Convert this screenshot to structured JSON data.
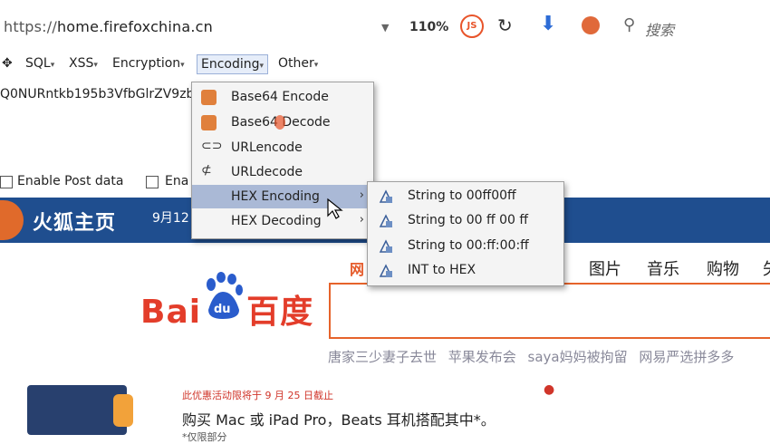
{
  "urlbar": {
    "scheme": "https://",
    "host": "home.firefoxchina.cn",
    "zoom": "110%",
    "js_label": "JS",
    "search_placeholder": "搜索"
  },
  "toolbar": {
    "sql": "SQL",
    "xss": "XSS",
    "encryption": "Encryption",
    "encoding": "Encoding",
    "other": "Other"
  },
  "payload": "Q0NURntkb195b3VfbGlrZV9zb",
  "post": {
    "enable_post": "Enable Post data",
    "enable_ref": "Ena"
  },
  "firefox_nav": {
    "title": "火狐主页",
    "date": "9月12"
  },
  "encoding_menu": {
    "items": [
      {
        "label": "Base64 Encode",
        "icon": "base64-icon"
      },
      {
        "label": "Base64 Decode",
        "icon": "base64-icon"
      },
      {
        "label": "URLencode",
        "icon": "link-icon"
      },
      {
        "label": "URLdecode",
        "icon": "unlink-icon"
      },
      {
        "label": "HEX Encoding",
        "icon": "",
        "submenu": true
      },
      {
        "label": "HEX Decoding",
        "icon": "",
        "submenu": true
      }
    ]
  },
  "hex_submenu": {
    "items": [
      {
        "label": "String to 00ff00ff"
      },
      {
        "label": "String to 00 ff 00 ff"
      },
      {
        "label": "String to 00:ff:00:ff"
      },
      {
        "label": "INT to HEX"
      }
    ]
  },
  "baidu": {
    "logo_left": "Bai",
    "logo_mid": "du",
    "logo_right": "百度",
    "nav_red": "网",
    "nav": [
      "图片",
      "音乐",
      "购物",
      "矢"
    ],
    "hotlinks": "唐家三少妻子去世  苹果发布会  saya妈妈被拘留  网易严选拼多多"
  },
  "ad": {
    "small": "此优惠活动限将于 9 月 25 日截止",
    "main": "购买 Mac 或 iPad Pro，Beats 耳机搭配其中*。",
    "foot": "*仅限部分"
  },
  "colors": {
    "accent": "#e6632b",
    "ffbar": "#1f4e8f",
    "menu_selected": "#aab9d6"
  }
}
